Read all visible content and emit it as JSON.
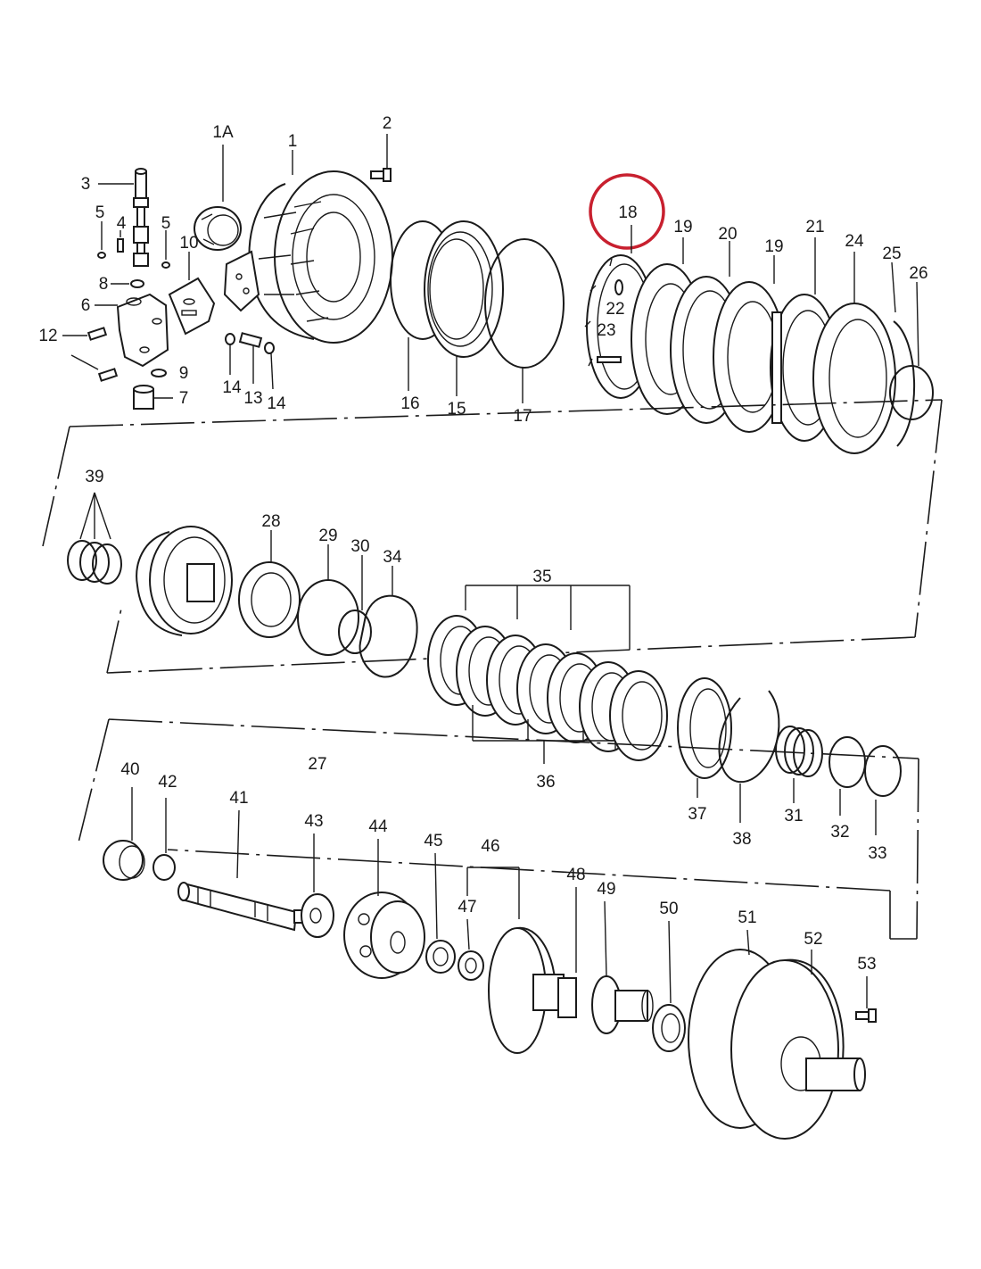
{
  "diagram": {
    "highlight_color": "#c8202f",
    "highlighted_part": "18",
    "labels": {
      "p1": "1",
      "p1A": "1A",
      "p2": "2",
      "p3": "3",
      "p4": "4",
      "p5a": "5",
      "p5b": "5",
      "p6": "6",
      "p7": "7",
      "p8": "8",
      "p9": "9",
      "p10": "10",
      "p12": "12",
      "p13": "13",
      "p14a": "14",
      "p14b": "14",
      "p15": "15",
      "p16": "16",
      "p17": "17",
      "p18": "18",
      "p19a": "19",
      "p19b": "19",
      "p20": "20",
      "p21": "21",
      "p22": "22",
      "p23": "23",
      "p24": "24",
      "p25": "25",
      "p26": "26",
      "p27": "27",
      "p28": "28",
      "p29": "29",
      "p30": "30",
      "p31": "31",
      "p32": "32",
      "p33": "33",
      "p34": "34",
      "p35": "35",
      "p36": "36",
      "p37": "37",
      "p38": "38",
      "p39": "39",
      "p40": "40",
      "p41": "41",
      "p42": "42",
      "p43": "43",
      "p44": "44",
      "p45": "45",
      "p46": "46",
      "p47": "47",
      "p48": "48",
      "p49": "49",
      "p50": "50",
      "p51": "51",
      "p52": "52",
      "p53": "53"
    }
  }
}
